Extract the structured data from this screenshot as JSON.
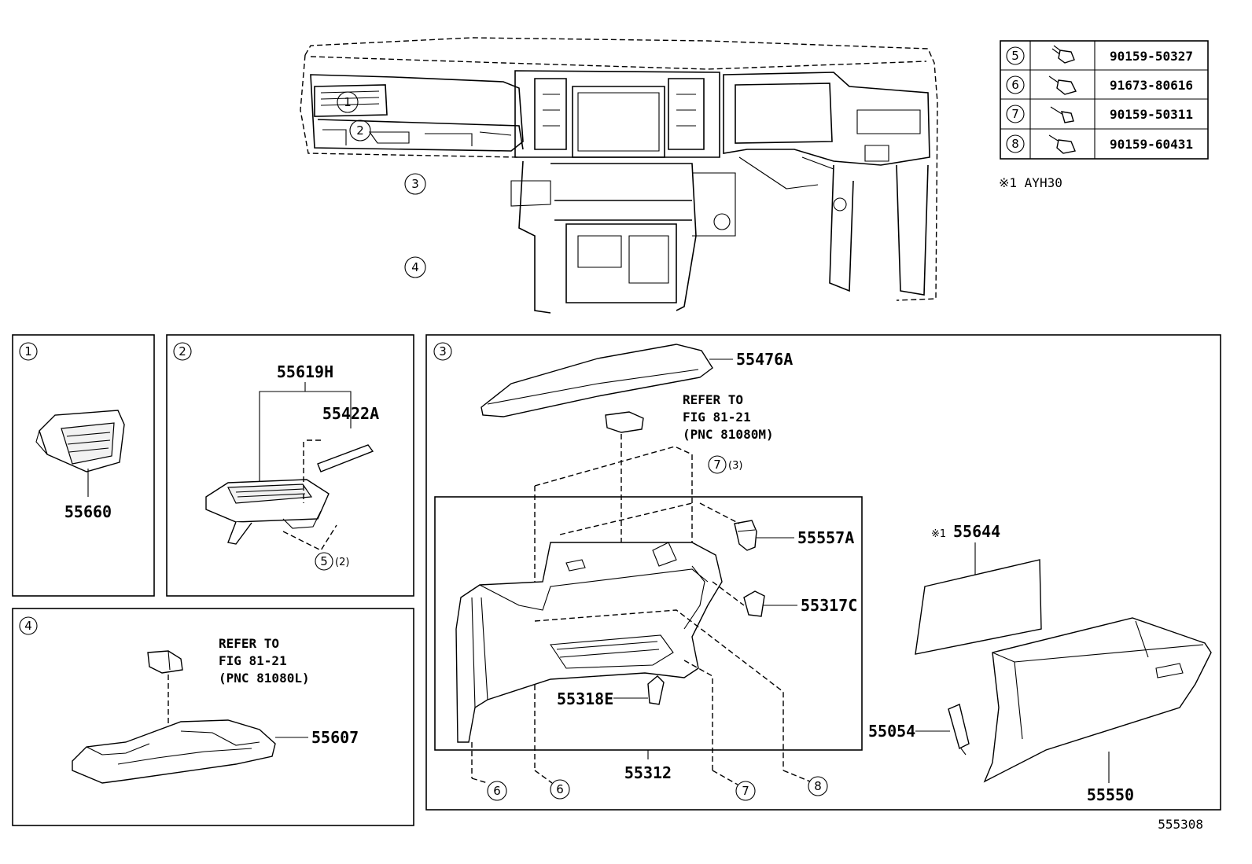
{
  "overview_callouts": [
    "1",
    "2",
    "3",
    "4"
  ],
  "fastener_table": [
    {
      "ref": "5",
      "part": "90159-50327"
    },
    {
      "ref": "6",
      "part": "91673-80616"
    },
    {
      "ref": "7",
      "part": "90159-50311"
    },
    {
      "ref": "8",
      "part": "90159-60431"
    }
  ],
  "footnote": "※1 AYH30",
  "panel1": {
    "tag": "1",
    "parts": [
      "55660"
    ]
  },
  "panel2": {
    "tag": "2",
    "parts": [
      "55619H",
      "55422A"
    ],
    "fastener_ref": "5",
    "fastener_qty": "(2)"
  },
  "panel3": {
    "tag": "3",
    "parts": [
      "55476A",
      "55557A",
      "55317C",
      "55318E",
      "55312",
      "55644",
      "55054",
      "55550"
    ],
    "refer_note": [
      "REFER TO",
      "FIG 81-21",
      "(PNC 81080M)"
    ],
    "note_mark": "※1",
    "fastener_ref_top": "7",
    "fastener_qty_top": "(3)",
    "bottom_refs": [
      "6",
      "6",
      "7",
      "8"
    ]
  },
  "panel4": {
    "tag": "4",
    "parts": [
      "55607"
    ],
    "refer_note": [
      "REFER TO",
      "FIG 81-21",
      "(PNC 81080L)"
    ]
  },
  "figure_id": "555308"
}
